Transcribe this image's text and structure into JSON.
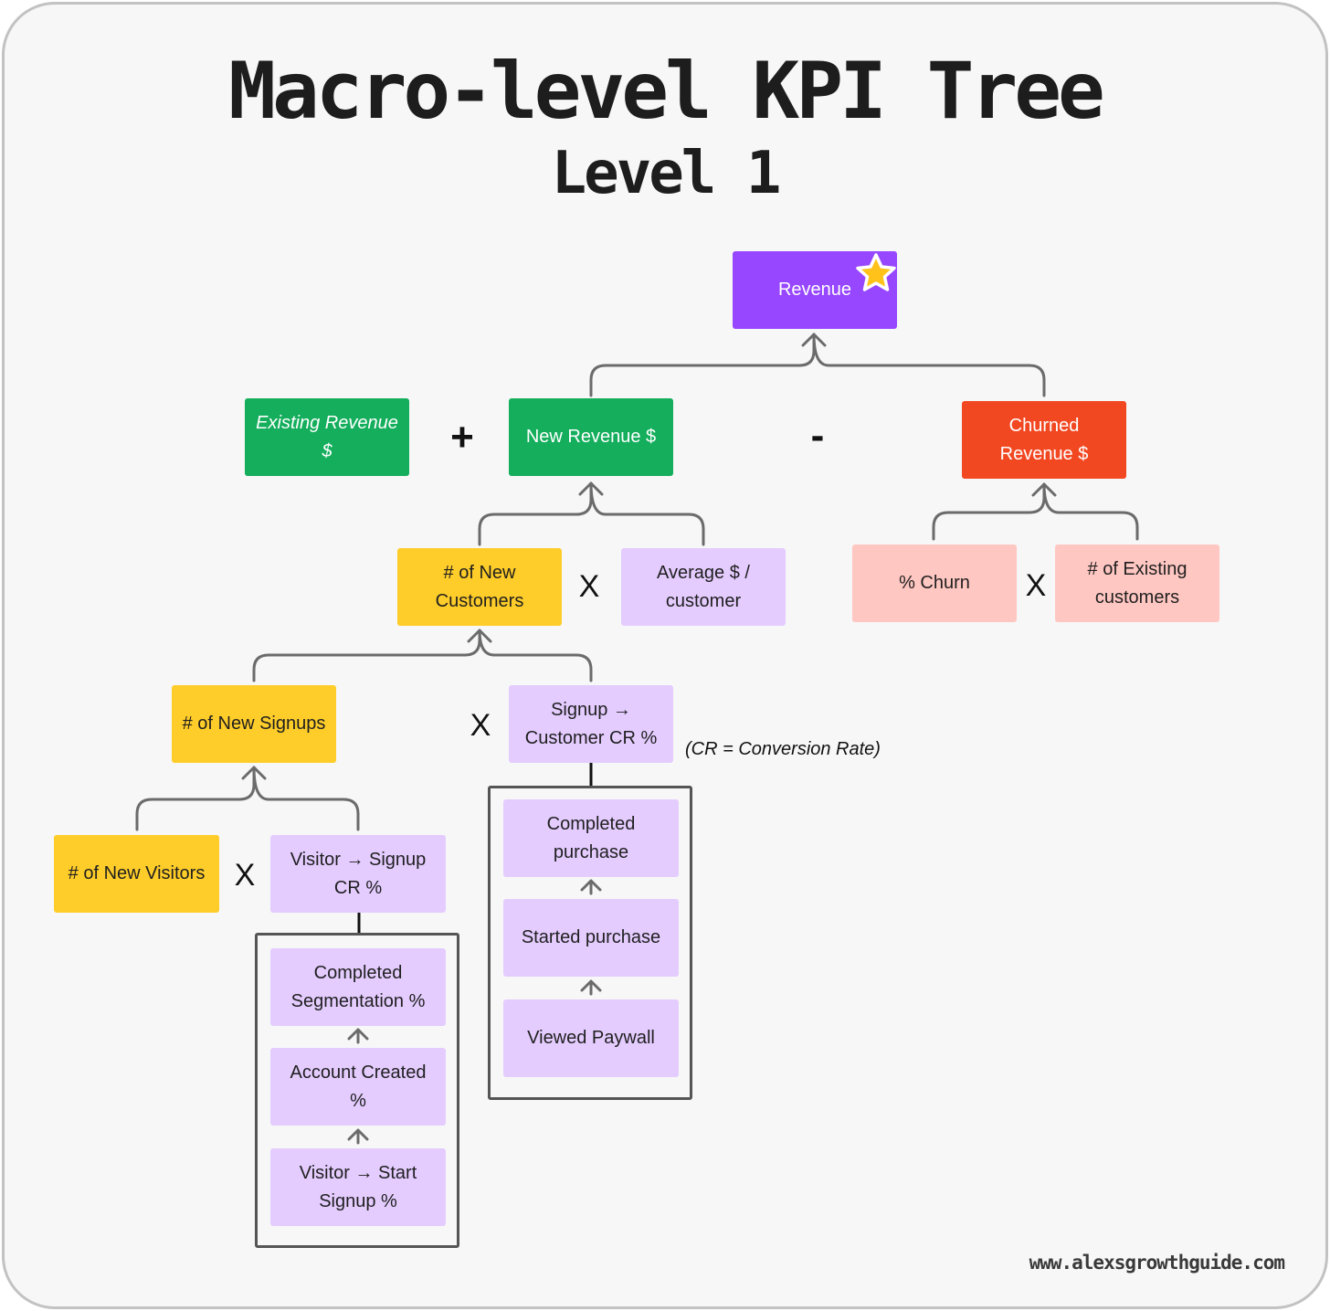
{
  "title": "Macro-level KPI Tree",
  "subtitle": "Level 1",
  "nodes": {
    "revenue": "Revenue",
    "existing_revenue": "Existing Revenue $",
    "new_revenue": "New Revenue $",
    "churned_revenue": "Churned Revenue $",
    "new_customers": "# of New Customers",
    "avg_per_customer": "Average $ / customer",
    "churn_pct": "% Churn",
    "existing_customers": "# of Existing customers",
    "new_signups": "# of New Signups",
    "signup_customer_cr": "Signup → Customer CR %",
    "new_visitors": "# of New Visitors",
    "visitor_signup_cr": "Visitor → Signup CR %",
    "completed_segmentation": "Completed Segmentation %",
    "account_created": "Account Created %",
    "visitor_start_signup": "Visitor → Start Signup %",
    "completed_purchase": "Completed purchase",
    "started_purchase": "Started purchase",
    "viewed_paywall": "Viewed Paywall"
  },
  "operators": {
    "plus": "+",
    "minus": "-",
    "times": "X"
  },
  "note": "(CR = Conversion Rate)",
  "footer": "www.alexsgrowthguide.com",
  "colors": {
    "revenue": "#9747ff",
    "green": "#14ae5c",
    "churn": "#f24822",
    "yellow": "#ffcd29",
    "lavender": "#e4ccff",
    "pink": "#ffc7c2",
    "star": "#ffc21a"
  },
  "icons": [
    "star-icon",
    "arrow-up-icon"
  ]
}
